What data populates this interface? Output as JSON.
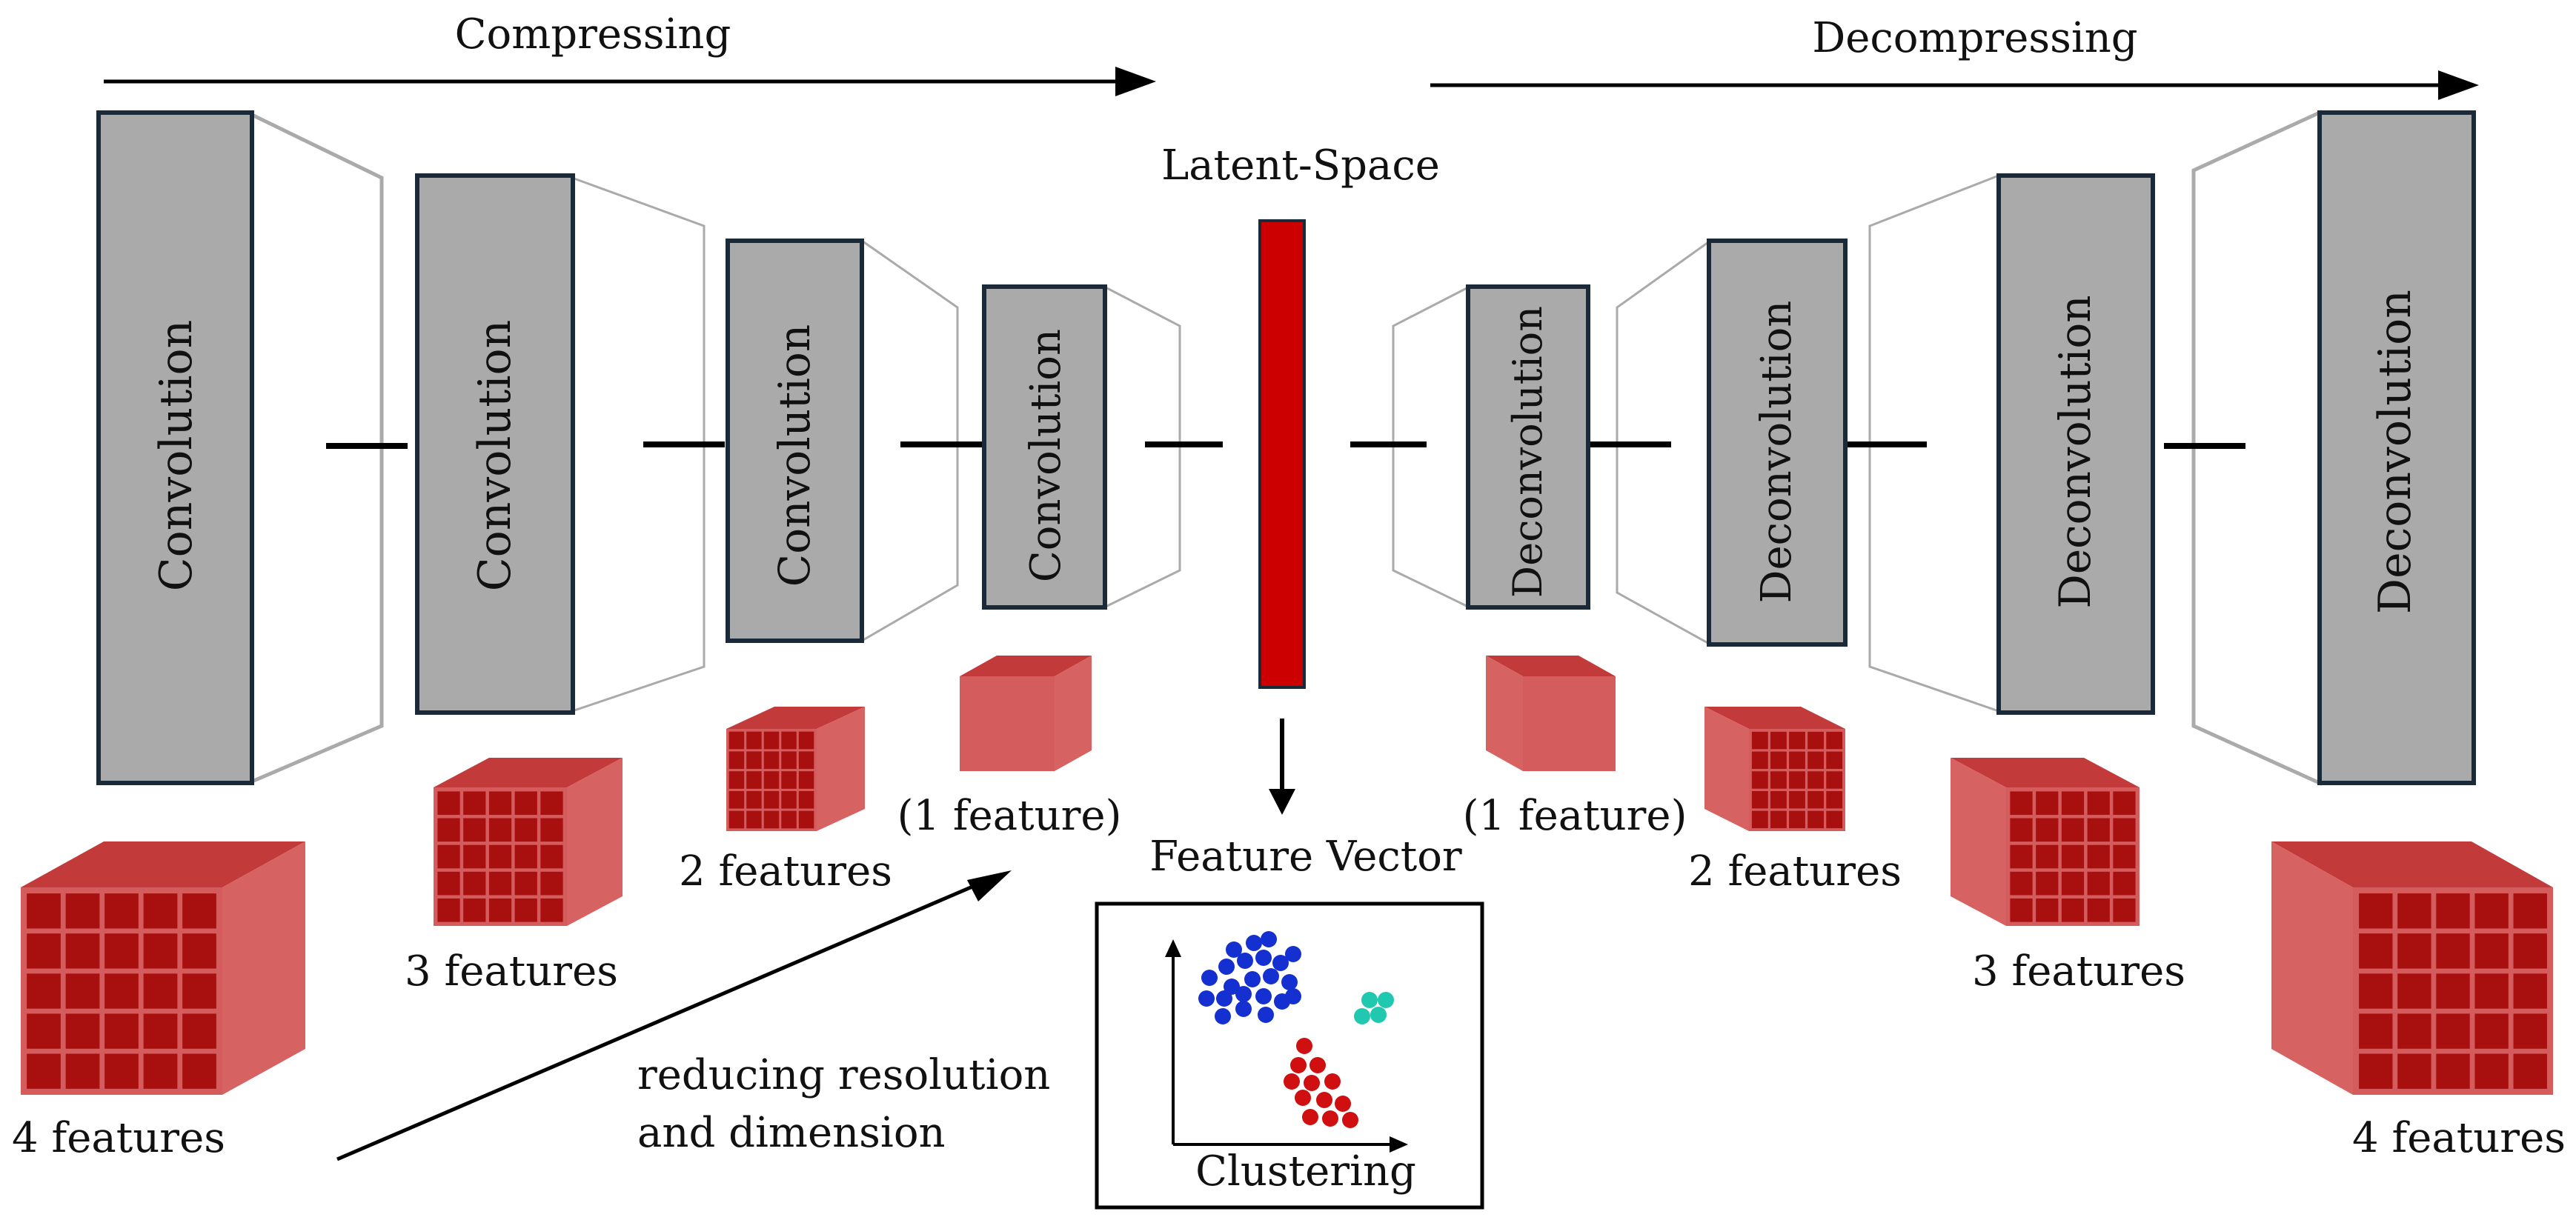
{
  "arrows": {
    "compress_label": "Compressing",
    "decompress_label": "Decompressing"
  },
  "blocks": {
    "conv_label": "Convolution",
    "deconv_label": "Deconvolution"
  },
  "latent": {
    "label": "Latent-Space",
    "color": "#cc0000"
  },
  "feature_vector": {
    "label": "Feature Vector"
  },
  "clustering": {
    "label": "Clustering"
  },
  "features": {
    "f4": "4 features",
    "f3": "3 features",
    "f2": "2 features",
    "f1": "(1 feature)"
  },
  "annotation": {
    "line1": "reducing resolution",
    "line2": "and dimension"
  },
  "colors": {
    "block_fill": "#aaaaaa",
    "block_stroke": "#1a2a38",
    "cube_front": "#d45c5c",
    "cube_top": "#c23a3a",
    "cube_side": "#d76262",
    "cube_cell": "#a80f0f",
    "cluster_blue": "#1530d0",
    "cluster_red": "#d01010",
    "cluster_teal": "#20c8b0"
  }
}
